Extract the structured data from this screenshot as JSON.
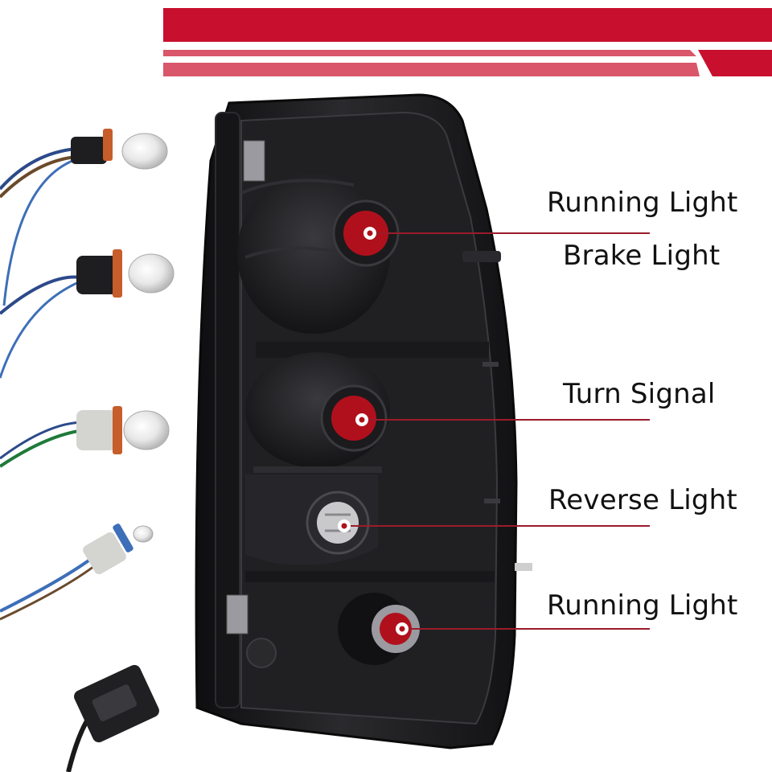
{
  "labels": {
    "running_light_top": "Running Light",
    "brake_light": "Brake Light",
    "turn_signal": "Turn Signal",
    "reverse_light": "Reverse Light",
    "running_light_bottom": "Running Light"
  },
  "colors": {
    "banner_red": "#c8102e",
    "banner_pink": "#d9566b",
    "leader_line": "#9b1b2a",
    "housing": "#1c1c1e",
    "socket_red": "#b0101c"
  },
  "icons": [
    "bulb-socket-icon",
    "wiring-connector-icon",
    "pointer-dot-icon"
  ]
}
